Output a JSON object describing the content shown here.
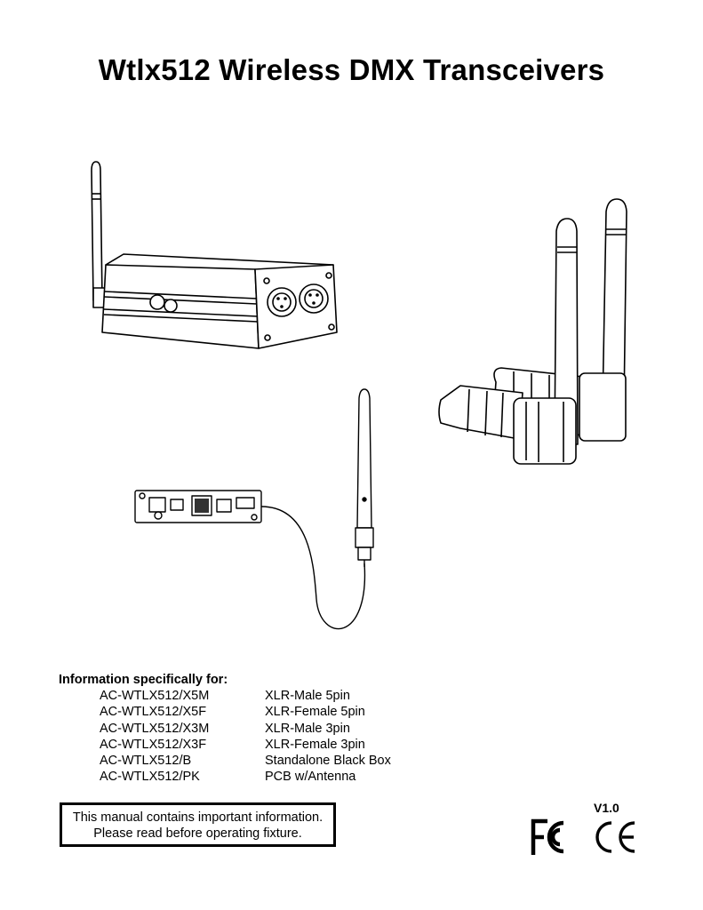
{
  "document": {
    "title": "Wtlx512 Wireless DMX Transceivers",
    "info_heading": "Information specifically for:",
    "models": [
      {
        "code": "AC-WTLX512/X5M",
        "description": "XLR-Male 5pin"
      },
      {
        "code": "AC-WTLX512/X5F",
        "description": "XLR-Female 5pin"
      },
      {
        "code": "AC-WTLX512/X3M",
        "description": "XLR-Male 3pin"
      },
      {
        "code": "AC-WTLX512/X3F",
        "description": "XLR-Female 3pin"
      },
      {
        "code": "AC-WTLX512/B",
        "description": "Standalone Black Box"
      },
      {
        "code": "AC-WTLX512/PK",
        "description": "PCB w/Antenna"
      }
    ],
    "notice_line1": "This manual contains important information.",
    "notice_line2": "Please read before operating fixture.",
    "version": "V1.0"
  },
  "marks": {
    "fcc": "FCC logo",
    "ce": "CE marking"
  },
  "colors": {
    "ink": "#000000",
    "paper": "#ffffff"
  }
}
